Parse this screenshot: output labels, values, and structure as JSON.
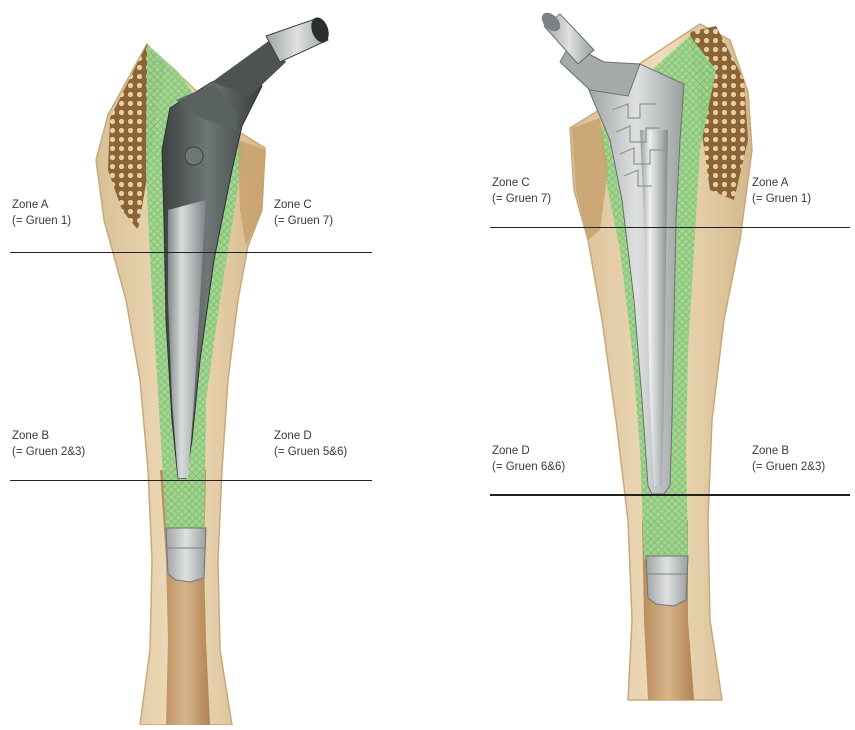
{
  "left_figure": {
    "zones": {
      "top_left": {
        "name": "Zone A",
        "gruen": "(= Gruen 1)"
      },
      "top_right": {
        "name": "Zone C",
        "gruen": "(= Gruen 7)"
      },
      "bottom_left": {
        "name": "Zone B",
        "gruen": "(= Gruen 2&3)"
      },
      "bottom_right": {
        "name": "Zone D",
        "gruen": "(= Gruen 5&6)"
      }
    }
  },
  "right_figure": {
    "zones": {
      "top_left": {
        "name": "Zone C",
        "gruen": "(= Gruen 7)"
      },
      "top_right": {
        "name": "Zone A",
        "gruen": "(= Gruen 1)"
      },
      "bottom_left": {
        "name": "Zone D",
        "gruen": "(= Gruen 6&6)"
      },
      "bottom_right": {
        "name": "Zone B",
        "gruen": "(= Gruen 2&3)"
      }
    }
  },
  "colors": {
    "bone": "#e6d1ae",
    "bone_edge": "#c9a97a",
    "cement": "#a6dc9a",
    "cancellous": "#8a6436",
    "implant_dark": "#4b5050",
    "implant_light": "#c9cccd",
    "line": "#222222"
  }
}
